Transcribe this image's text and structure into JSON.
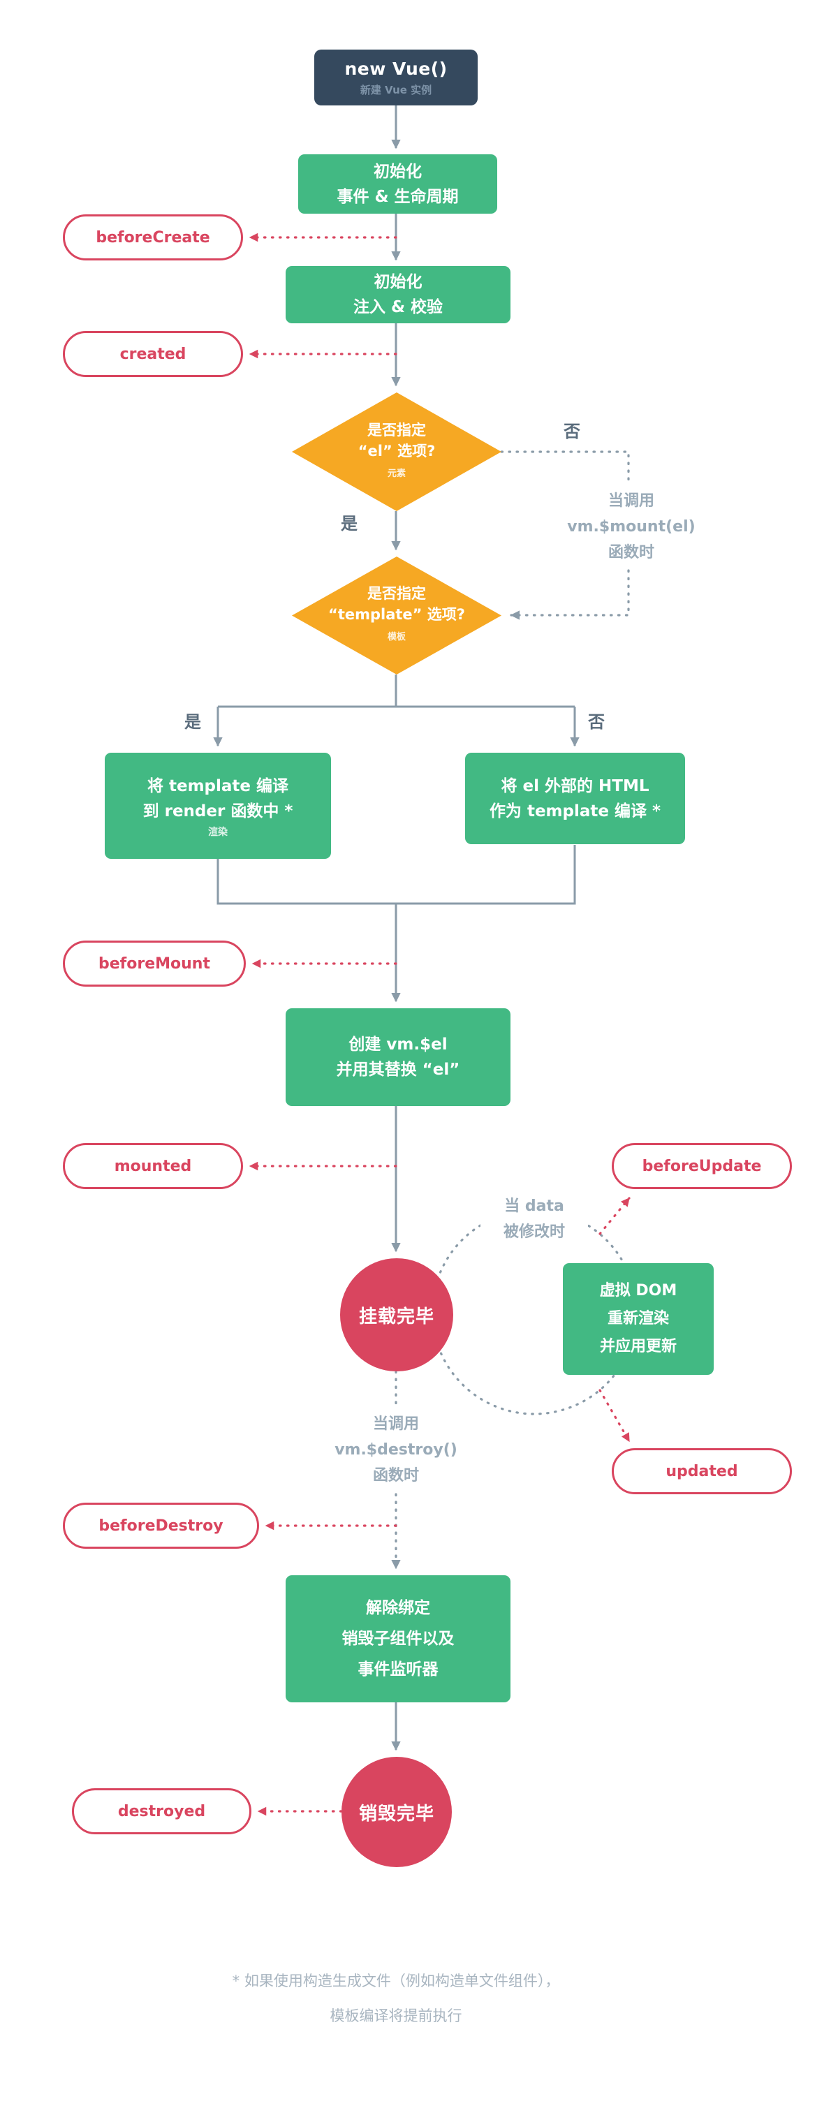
{
  "colors": {
    "navy": "#35495E",
    "green": "#42B983",
    "orange": "#F6A823",
    "red": "#D9455F",
    "line_gray": "#8A9BA8",
    "label_gray": "#5A6C7C",
    "note_gray": "#9AABB8",
    "footnote_gray": "#A8B5C0"
  },
  "nodes": {
    "new_vue": {
      "title": "new Vue()",
      "subtitle": "新建 Vue 实例"
    },
    "init_lifecycle": {
      "lines": [
        "初始化",
        "事件 & 生命周期"
      ]
    },
    "init_injections": {
      "lines": [
        "初始化",
        "注入 & 校验"
      ]
    },
    "has_el": {
      "lines": [
        "是否指定",
        "“el” 选项?"
      ],
      "note": "元素"
    },
    "has_template": {
      "lines": [
        "是否指定",
        "“template” 选项?"
      ],
      "note": "模板"
    },
    "compile_template": {
      "lines": [
        "将 template 编译",
        "到 render 函数中 *"
      ],
      "note": "渲染"
    },
    "compile_el_html": {
      "lines": [
        "将 el 外部的 HTML",
        "作为 template 编译 *"
      ]
    },
    "create_vm_el": {
      "lines": [
        "创建  vm.$el",
        "并用其替换 “el”"
      ]
    },
    "mounted_state": {
      "label": "挂载完毕"
    },
    "virtual_dom": {
      "lines": [
        "虚拟 DOM",
        "重新渲染",
        "并应用更新"
      ]
    },
    "teardown": {
      "lines": [
        "解除绑定",
        "销毁子组件以及",
        "事件监听器"
      ]
    },
    "destroyed_state": {
      "label": "销毁完毕"
    }
  },
  "hooks": {
    "before_create": "beforeCreate",
    "created": "created",
    "before_mount": "beforeMount",
    "mounted": "mounted",
    "before_update": "beforeUpdate",
    "updated": "updated",
    "before_destroy": "beforeDestroy",
    "destroyed": "destroyed"
  },
  "edge_labels": {
    "el_yes": "是",
    "el_no": "否",
    "template_yes": "是",
    "template_no": "否",
    "mount_call": [
      "当调用",
      "vm.$mount(el)",
      "函数时"
    ],
    "data_change": [
      "当 data",
      "被修改时"
    ],
    "destroy_call": [
      "当调用",
      "vm.$destroy()",
      "函数时"
    ]
  },
  "footnote": [
    "* 如果使用构造生成文件（例如构造单文件组件），",
    "模板编译将提前执行"
  ]
}
